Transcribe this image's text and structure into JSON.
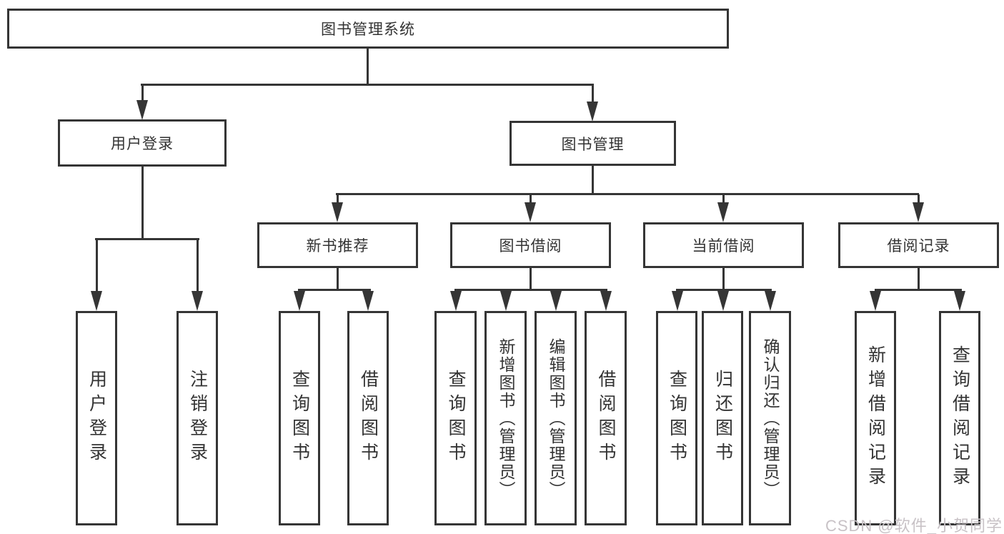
{
  "diagram": {
    "root": "图书管理系统",
    "level2": [
      "用户登录",
      "图书管理"
    ],
    "level3": [
      "新书推荐",
      "图书借阅",
      "当前借阅",
      "借阅记录"
    ],
    "leaves": {
      "login": [
        "用户登录",
        "注销登录"
      ],
      "recommend": [
        "查询图书",
        "借阅图书"
      ],
      "borrow": [
        "查询图书",
        "新增图书（管理员）",
        "编辑图书（管理员）",
        "借阅图书"
      ],
      "current": [
        "查询图书",
        "归还图书",
        "确认归还（管理员）"
      ],
      "records": [
        "新增借阅记录",
        "查询借阅记录"
      ]
    }
  },
  "watermark": "CSDN @软件_小贺同学",
  "colors": {
    "line": "#353535",
    "box_border": "#353535",
    "box_fill": "#ffffff",
    "text": "#333333",
    "watermark": "#c8c2c6",
    "background": "#ffffff"
  }
}
